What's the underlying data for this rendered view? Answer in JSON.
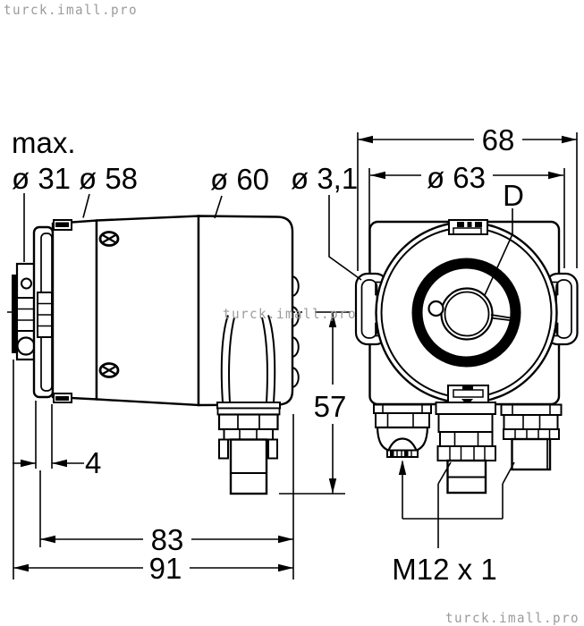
{
  "watermarks": {
    "top_left": "turck.imall.pro",
    "center": "turck.imall.pro",
    "bottom_right": "turck.imall.pro"
  },
  "side_view": {
    "labels": {
      "max_prefix": "max.",
      "shaft_clamp_diameter": "ø 31",
      "front_housing_diameter": "ø 58",
      "rear_housing_diameter": "ø 60",
      "flange_thickness": "4",
      "housing_length": "83",
      "overall_length": "91"
    }
  },
  "front_view": {
    "labels": {
      "overall_width": "68",
      "housing_diameter": "ø 63",
      "mounting_hole_diameter": "ø 3,1",
      "shaft_bore": "D",
      "axis_to_connector_bottom": "57",
      "connector_thread": "M12 x 1"
    }
  },
  "colors": {
    "line": "#000000",
    "background": "#ffffff",
    "watermark": "#9b9b9b"
  }
}
